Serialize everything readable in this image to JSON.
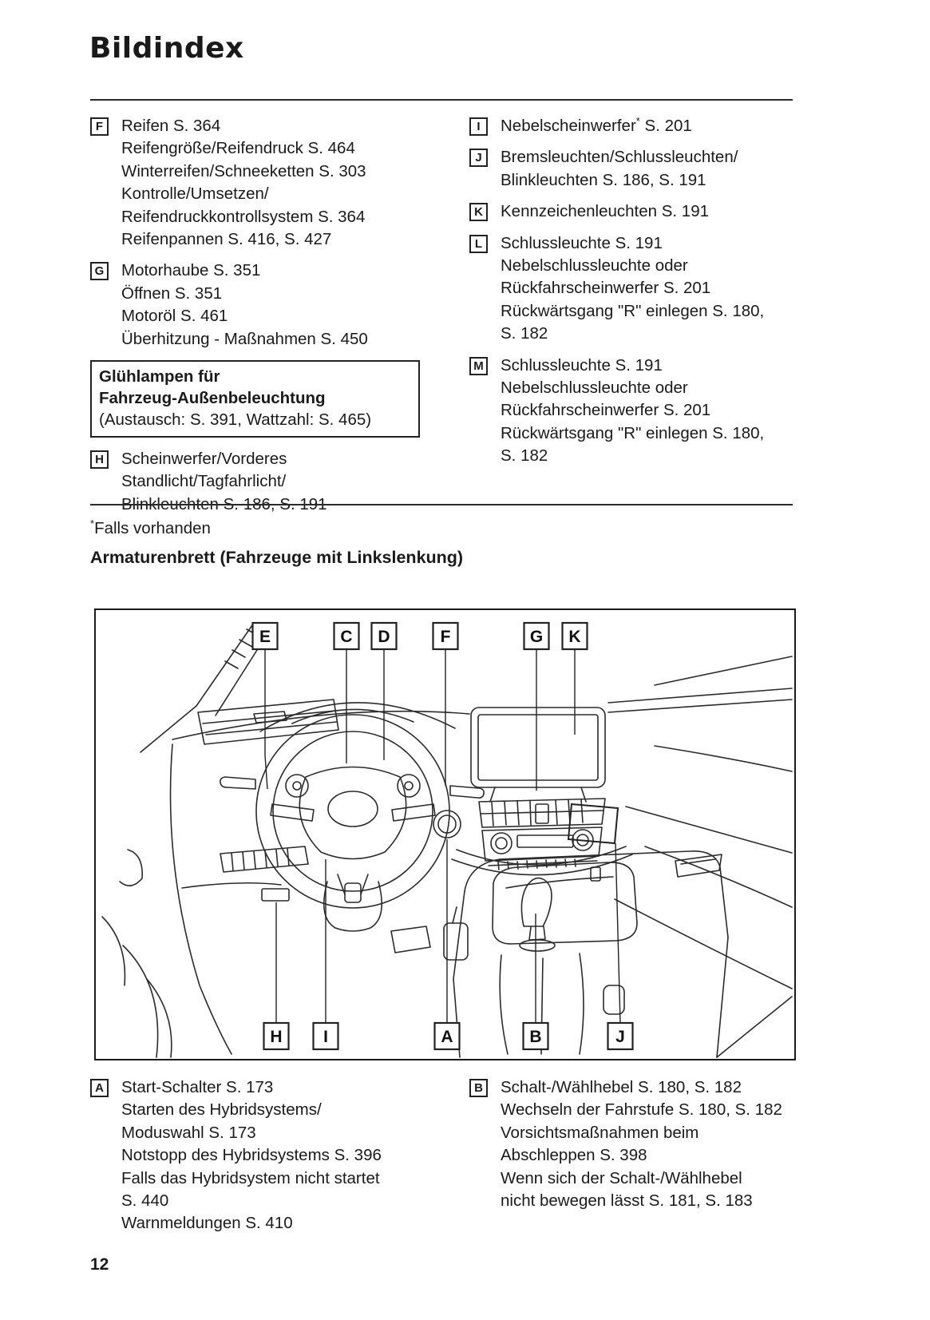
{
  "page": {
    "title": "Bildindex",
    "footnote_sup": "*",
    "footnote_text": "Falls vorhanden",
    "dashboard_heading": "Armaturenbrett (Fahrzeuge mit Linkslenkung)",
    "page_number": "12"
  },
  "index": {
    "left": [
      {
        "letter": "F",
        "lines": [
          "Reifen S. 364",
          "Reifengröße/Reifendruck S. 464",
          "Winterreifen/Schneeketten S. 303",
          "Kontrolle/Umsetzen/",
          "Reifendruckkontrollsystem S. 364",
          "Reifenpannen S. 416, S. 427"
        ]
      },
      {
        "letter": "G",
        "lines": [
          "Motorhaube S. 351",
          "Öffnen S. 351",
          "Motoröl S. 461",
          "Überhitzung - Maßnahmen S. 450"
        ]
      }
    ],
    "bulb_box": {
      "bold_line1": "Glühlampen für",
      "bold_line2": "Fahrzeug-Außenbeleuchtung",
      "normal_line": "(Austausch: S. 391, Wattzahl: S. 465)"
    },
    "entry_h": {
      "letter": "H",
      "lines": [
        "Scheinwerfer/Vorderes",
        "Standlicht/Tagfahrlicht/",
        "Blinkleuchten S. 186, S. 191"
      ]
    },
    "right": [
      {
        "letter": "I",
        "pre": "Nebelscheinwerfer",
        "sup": "*",
        "post": " S. 201"
      },
      {
        "letter": "J",
        "lines": [
          "Bremsleuchten/Schlussleuchten/",
          "Blinkleuchten S. 186, S. 191"
        ]
      },
      {
        "letter": "K",
        "lines": [
          "Kennzeichenleuchten S. 191"
        ]
      },
      {
        "letter": "L",
        "lines": [
          "Schlussleuchte S. 191",
          "Nebelschlussleuchte oder",
          "Rückfahrscheinwerfer S. 201",
          "Rückwärtsgang \"R\" einlegen S. 180,",
          "S. 182"
        ]
      },
      {
        "letter": "M",
        "lines": [
          "Schlussleuchte S. 191",
          "Nebelschlussleuchte oder",
          "Rückfahrscheinwerfer S. 201",
          "Rückwärtsgang \"R\" einlegen S. 180,",
          "S. 182"
        ]
      }
    ],
    "bottom": [
      {
        "letter": "A",
        "lines": [
          "Start-Schalter S. 173",
          "Starten des Hybridsystems/",
          "Moduswahl S. 173",
          "Notstopp des Hybridsystems S. 396",
          "Falls das Hybridsystem nicht startet",
          "S. 440",
          "Warnmeldungen S. 410"
        ]
      },
      {
        "letter": "B",
        "lines": [
          "Schalt-/Wählhebel S. 180, S. 182",
          "Wechseln der Fahrstufe S. 180, S. 182",
          "Vorsichtsmaßnahmen beim",
          "Abschleppen S. 398",
          "Wenn sich der Schalt-/Wählhebel",
          "nicht bewegen lässt S. 181, S. 183"
        ]
      }
    ]
  },
  "diagram": {
    "top_labels": [
      "E",
      "C",
      "D",
      "F",
      "G",
      "K"
    ],
    "bottom_labels": [
      "H",
      "I",
      "A",
      "B",
      "J"
    ]
  }
}
